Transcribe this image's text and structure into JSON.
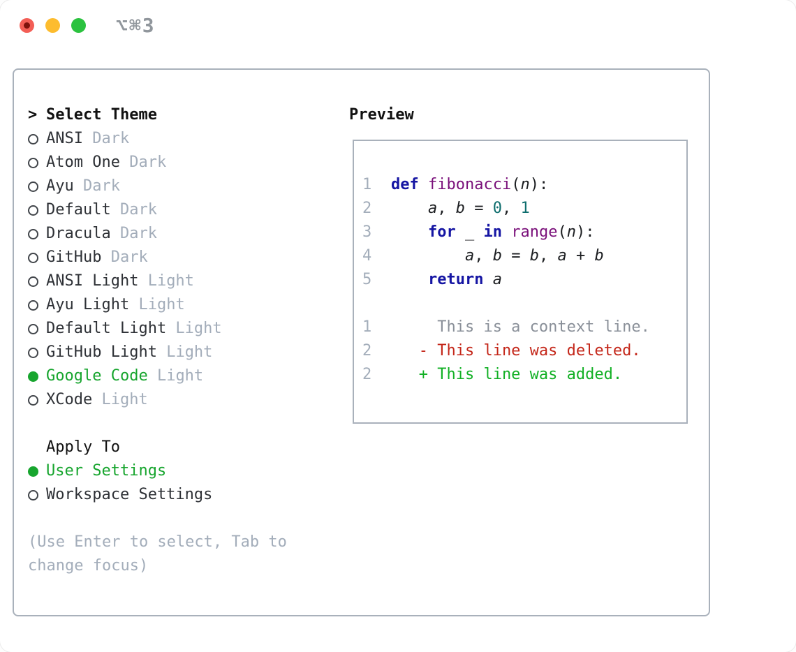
{
  "window": {
    "title": "⌥⌘3",
    "traffic_lights": [
      "close",
      "minimize",
      "zoom"
    ]
  },
  "theme_selector": {
    "header_prefix": ">",
    "header": "Select Theme",
    "items": [
      {
        "name": "ANSI",
        "variant": "Dark",
        "selected": false
      },
      {
        "name": "Atom One",
        "variant": "Dark",
        "selected": false
      },
      {
        "name": "Ayu",
        "variant": "Dark",
        "selected": false
      },
      {
        "name": "Default",
        "variant": "Dark",
        "selected": false
      },
      {
        "name": "Dracula",
        "variant": "Dark",
        "selected": false
      },
      {
        "name": "GitHub",
        "variant": "Dark",
        "selected": false
      },
      {
        "name": "ANSI Light",
        "variant": "Light",
        "selected": false
      },
      {
        "name": "Ayu Light",
        "variant": "Light",
        "selected": false
      },
      {
        "name": "Default Light",
        "variant": "Light",
        "selected": false
      },
      {
        "name": "GitHub Light",
        "variant": "Light",
        "selected": false
      },
      {
        "name": "Google Code",
        "variant": "Light",
        "selected": true
      },
      {
        "name": "XCode",
        "variant": "Light",
        "selected": false
      }
    ]
  },
  "apply_to": {
    "header": "Apply To",
    "items": [
      {
        "label": "User Settings",
        "selected": true
      },
      {
        "label": "Workspace Settings",
        "selected": false
      }
    ]
  },
  "hint": "(Use Enter to select, Tab to change focus)",
  "preview": {
    "header": "Preview",
    "code_lines": [
      {
        "num": "1",
        "segments": [
          {
            "t": "def",
            "c": "kw"
          },
          {
            "t": " ",
            "c": "pl"
          },
          {
            "t": "fibonacci",
            "c": "fn"
          },
          {
            "t": "(",
            "c": "pl"
          },
          {
            "t": "n",
            "c": "vr"
          },
          {
            "t": "):",
            "c": "pl"
          }
        ]
      },
      {
        "num": "2",
        "segments": [
          {
            "t": "    ",
            "c": "pl"
          },
          {
            "t": "a",
            "c": "vr"
          },
          {
            "t": ", ",
            "c": "pl"
          },
          {
            "t": "b",
            "c": "vr"
          },
          {
            "t": " = ",
            "c": "pl"
          },
          {
            "t": "0",
            "c": "nm"
          },
          {
            "t": ", ",
            "c": "pl"
          },
          {
            "t": "1",
            "c": "nm"
          }
        ]
      },
      {
        "num": "3",
        "segments": [
          {
            "t": "    ",
            "c": "pl"
          },
          {
            "t": "for",
            "c": "kw"
          },
          {
            "t": " _ ",
            "c": "pl"
          },
          {
            "t": "in",
            "c": "kw"
          },
          {
            "t": " ",
            "c": "pl"
          },
          {
            "t": "range",
            "c": "fn"
          },
          {
            "t": "(",
            "c": "pl"
          },
          {
            "t": "n",
            "c": "vr"
          },
          {
            "t": "):",
            "c": "pl"
          }
        ]
      },
      {
        "num": "4",
        "segments": [
          {
            "t": "        ",
            "c": "pl"
          },
          {
            "t": "a",
            "c": "vr"
          },
          {
            "t": ", ",
            "c": "pl"
          },
          {
            "t": "b",
            "c": "vr"
          },
          {
            "t": " = ",
            "c": "pl"
          },
          {
            "t": "b",
            "c": "vr"
          },
          {
            "t": ", ",
            "c": "pl"
          },
          {
            "t": "a",
            "c": "vr"
          },
          {
            "t": " + ",
            "c": "pl"
          },
          {
            "t": "b",
            "c": "vr"
          }
        ]
      },
      {
        "num": "5",
        "segments": [
          {
            "t": "    ",
            "c": "pl"
          },
          {
            "t": "return",
            "c": "kw"
          },
          {
            "t": " ",
            "c": "pl"
          },
          {
            "t": "a",
            "c": "vr"
          }
        ]
      }
    ],
    "diff_lines": [
      {
        "num": "1",
        "marker": "",
        "text": "This is a context line.",
        "kind": "context"
      },
      {
        "num": "2",
        "marker": "-",
        "text": "This line was deleted.",
        "kind": "deleted"
      },
      {
        "num": "2",
        "marker": "+",
        "text": "This line was added.",
        "kind": "added"
      }
    ]
  },
  "colors": {
    "accent_green": "#17a52e",
    "keyword_blue": "#1515a3",
    "function_purple": "#7a107a",
    "number_teal": "#0d6d6d",
    "deleted_red": "#c4271a",
    "added_green": "#12b025",
    "muted_gray": "#a3adba"
  }
}
